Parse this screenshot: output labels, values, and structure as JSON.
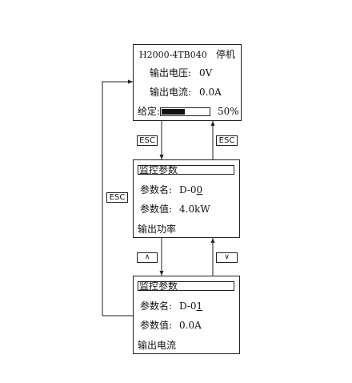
{
  "screen_run": {
    "model": "H2000-4TB040",
    "status": "停机",
    "rows": [
      {
        "label": "输出电压:",
        "value": "0V"
      },
      {
        "label": "输出电流:",
        "value": "0.0A"
      }
    ],
    "given_label": "给定:",
    "given_fraction": 0.5,
    "given_percent": "50%"
  },
  "screen_param_0": {
    "title": "监控参数",
    "code_label": "参数名:",
    "code_prefix": "D-0",
    "code_cursor": "0",
    "value_label": "参数值:",
    "value": "4.0kW",
    "description": "输出功率"
  },
  "screen_param_1": {
    "title": "监控参数",
    "code_label": "参数名:",
    "code_prefix": "D-0",
    "code_cursor": "1",
    "value_label": "参数值:",
    "value": "0.0A",
    "description": "输出电流"
  },
  "keys": {
    "esc_down": "ESC",
    "esc_up": "ESC",
    "esc_loop": "ESC",
    "up": "∧",
    "down": "∨"
  }
}
